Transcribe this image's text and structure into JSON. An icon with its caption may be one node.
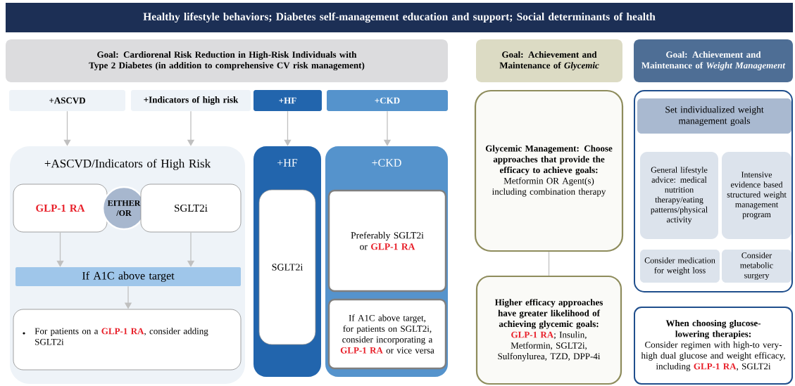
{
  "diagram": {
    "nodes": [
      {
        "text": [
          "Healthy lifestyle behaviors; Diabetes self-management education and support; Social determinants of health"
        ]
      },
      {
        "text": [
          "Goal: Cardiorenal Risk Reduction in High-Risk Individuals with Type 2 Diabetes (in addition to comprehensive CV risk management)"
        ]
      },
      {
        "text": [
          "Goal: Achievement and Maintenance of *Glycemic*"
        ]
      },
      {
        "text": [
          "Goal: Achievement and Maintenance of *Weight Management*"
        ]
      },
      {
        "text": [
          "+ASCVD"
        ]
      },
      {
        "text": [
          "+Indicators of high risk"
        ]
      },
      {
        "text": [
          "+HF"
        ]
      },
      {
        "text": [
          "+CKD"
        ]
      },
      {
        "text": [
          "+ASCVD/Indicators of High Risk"
        ]
      },
      {
        "text": [
          "GLP-1 RA"
        ],
        "in": 8
      },
      {
        "text": [
          "EITHER /OR"
        ],
        "in": 8
      },
      {
        "text": [
          "SGLT2i"
        ],
        "in": 8
      },
      {
        "text": [
          "If A1C above target"
        ],
        "in": 8
      },
      {
        "text": [
          "For patients on a **GLP-1 RA**, consider adding SGLT2i"
        ],
        "in": 8
      },
      {
        "text": [
          "+HF"
        ]
      },
      {
        "text": [
          "SGLT2i"
        ],
        "in": 14
      },
      {
        "text": [
          "+CKD"
        ]
      },
      {
        "text": [
          "Preferably SGLT2i or **GLP-1 RA**"
        ],
        "in": 16
      },
      {
        "text": [
          "If A1C above target, for patients on SGLT2i, consider incorporating a **GLP-1 RA** or vice versa"
        ],
        "in": 16
      },
      {
        "text": [
          "Glycemic Management: Choose approaches that provide the efficacy to achieve goals:",
          "Metformin OR Agent(s) including combination therapy"
        ]
      },
      {
        "text": [
          "Higher efficacy approaches have greater likelihood of achieving glycemic goals:",
          "**GLP-1 RA**; Insulin, Metformin, SGLT2i, Sulfonylurea, TZD, DPP-4i"
        ]
      },
      {
        "text": [],
        "shape": "box"
      },
      {
        "text": [
          "Set individualized weight management goals"
        ],
        "in": 21
      },
      {
        "text": [
          "General lifestyle advice: medical nutrition therapy/eating patterns/physical activity"
        ],
        "in": 21
      },
      {
        "text": [
          "Intensive evidence based structured weight management program"
        ],
        "in": 21
      },
      {
        "text": [
          "Consider medication for weight loss"
        ],
        "in": 21
      },
      {
        "text": [
          "Consider metabolic surgery"
        ],
        "in": 21
      },
      {
        "text": [
          "When choosing glucose-lowering therapies:",
          "Consider regimen with high-to very-high dual glucose and weight efficacy, including **GLP-1 RA**, SGLT2i"
        ]
      }
    ],
    "edges": [
      {
        "from": 4,
        "to": 8,
        "arrow": "to"
      },
      {
        "from": 5,
        "to": 8,
        "arrow": "to"
      },
      {
        "from": 6,
        "to": 14,
        "arrow": "to"
      },
      {
        "from": 7,
        "to": 16,
        "arrow": "to"
      },
      {
        "from": 9,
        "to": 12,
        "arrow": "to"
      },
      {
        "from": 11,
        "to": 12,
        "arrow": "to"
      },
      {
        "from": 12,
        "to": 13,
        "arrow": "to"
      },
      {
        "from": 19,
        "to": 20,
        "arrow": "none"
      }
    ]
  }
}
